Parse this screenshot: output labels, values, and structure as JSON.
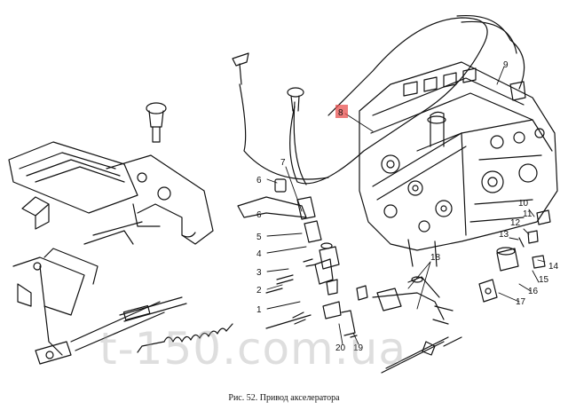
{
  "figure": {
    "caption": "Рис. 52. Привод акселератора",
    "watermark": "t-150.com.ua",
    "highlight_color": "#e8504f",
    "callouts": [
      {
        "id": "1",
        "label": "1"
      },
      {
        "id": "2",
        "label": "2"
      },
      {
        "id": "3",
        "label": "3"
      },
      {
        "id": "4",
        "label": "4"
      },
      {
        "id": "5",
        "label": "5"
      },
      {
        "id": "6a",
        "label": "6"
      },
      {
        "id": "6b",
        "label": "6"
      },
      {
        "id": "7",
        "label": "7"
      },
      {
        "id": "8",
        "label": "8",
        "highlighted": true
      },
      {
        "id": "9",
        "label": "9"
      },
      {
        "id": "10",
        "label": "10"
      },
      {
        "id": "11",
        "label": "11"
      },
      {
        "id": "12",
        "label": "12"
      },
      {
        "id": "13",
        "label": "13"
      },
      {
        "id": "14",
        "label": "14"
      },
      {
        "id": "15",
        "label": "15"
      },
      {
        "id": "16",
        "label": "16"
      },
      {
        "id": "17",
        "label": "17"
      },
      {
        "id": "18",
        "label": "18"
      },
      {
        "id": "19",
        "label": "19"
      },
      {
        "id": "20",
        "label": "20"
      }
    ]
  }
}
